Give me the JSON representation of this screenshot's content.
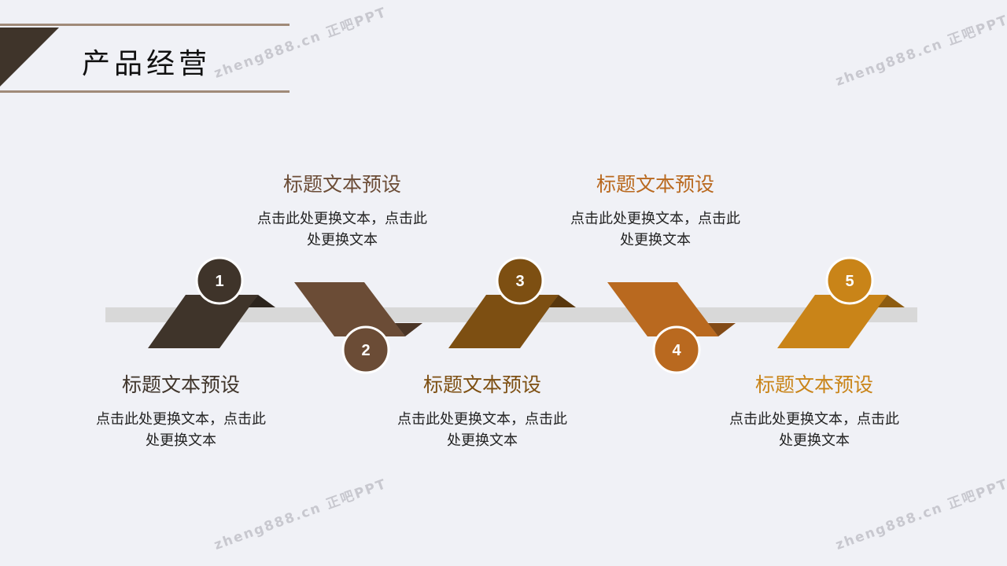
{
  "title": "产品经营",
  "watermark": "zheng888.cn 正吧PPT",
  "colors": [
    "#3f342a",
    "#6b4c36",
    "#7d4f12",
    "#b9691f",
    "#c98418"
  ],
  "steps": [
    {
      "num": "1",
      "heading": "标题文本预设",
      "desc": "点击此处更换文本，点击此处更换文本"
    },
    {
      "num": "2",
      "heading": "标题文本预设",
      "desc": "点击此处更换文本，点击此处更换文本"
    },
    {
      "num": "3",
      "heading": "标题文本预设",
      "desc": "点击此处更换文本，点击此处更换文本"
    },
    {
      "num": "4",
      "heading": "标题文本预设",
      "desc": "点击此处更换文本，点击此处更换文本"
    },
    {
      "num": "5",
      "heading": "标题文本预设",
      "desc": "点击此处更换文本，点击此处更换文本"
    }
  ]
}
